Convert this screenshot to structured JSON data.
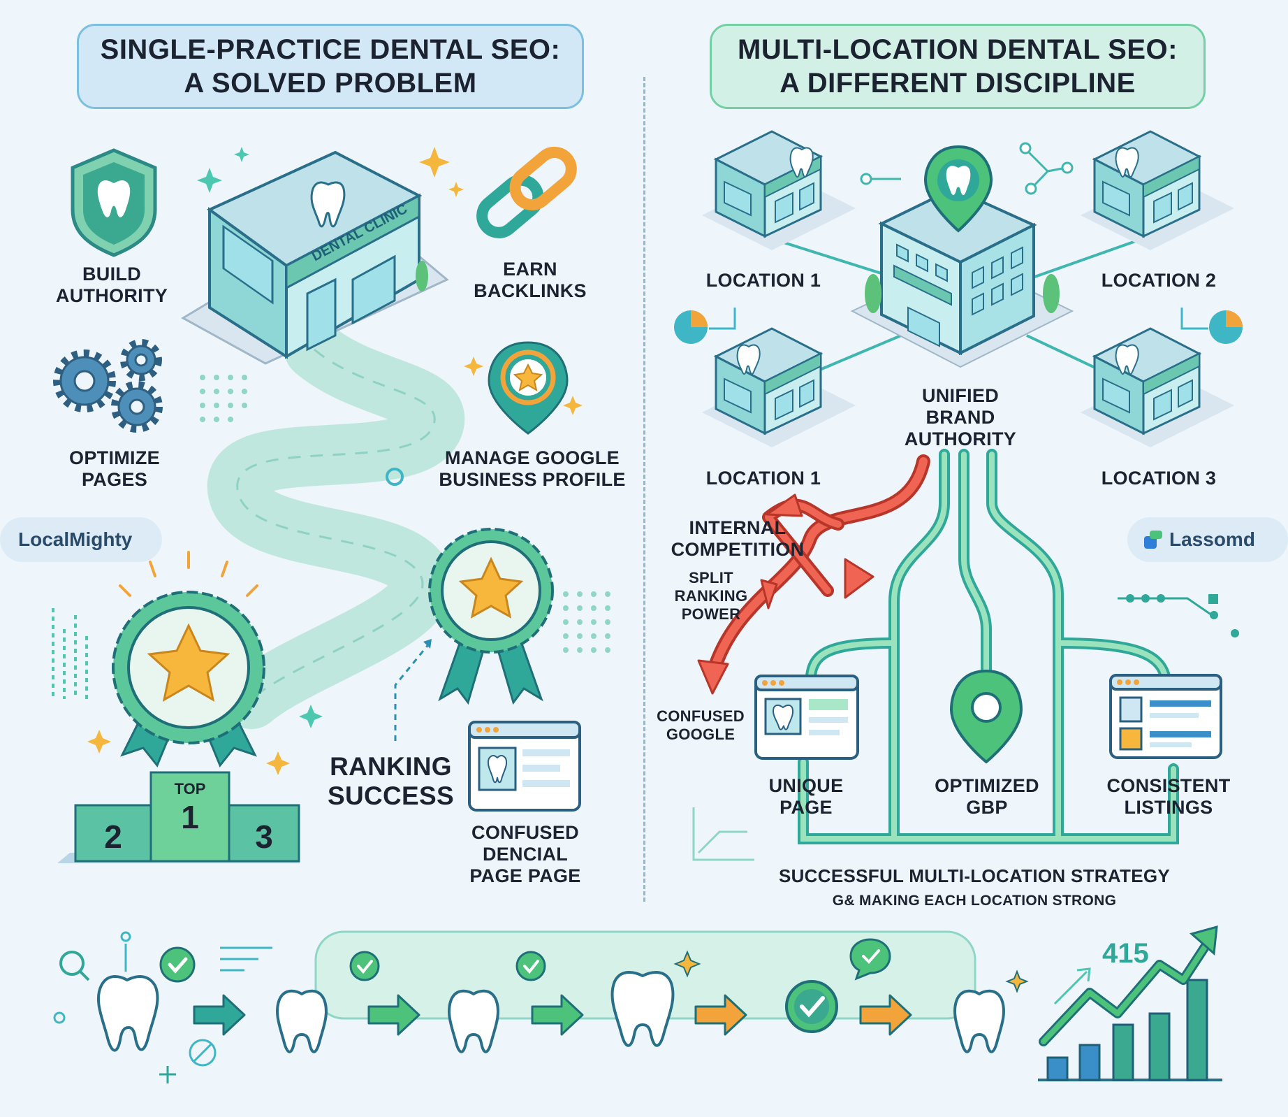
{
  "left": {
    "title_line1": "SINGLE-PRACTICE DENTAL SEO:",
    "title_line2": "A SOLVED PROBLEM",
    "build_authority": "BUILD AUTHORITY",
    "earn_backlinks": "EARN BACKLINKS",
    "optimize_pages": "OPTIMIZE PAGES",
    "manage_gbp": "MANAGE GOOGLE BUSINESS PROFILE",
    "clinic_sign": "DENTAL CLINIC",
    "ranking_success": "RANKING SUCCESS",
    "confused_page": "CONFUSED DENCIAL PAGE PAGE",
    "podium_top": "TOP",
    "podium_1": "1",
    "podium_2": "2",
    "podium_3": "3",
    "brand": "LocalMighty"
  },
  "right": {
    "title_line1": "MULTI-LOCATION DENTAL SEO:",
    "title_line2": "A DIFFERENT DISCIPLINE",
    "location_tl": "LOCATION 1",
    "location_tr": "LOCATION 2",
    "location_bl": "LOCATION 1",
    "location_br": "LOCATION 3",
    "unified": "UNIFIED BRAND AUTHORITY",
    "internal_competition": "INTERNAL COMPETITION",
    "split_ranking": "SPLIT RANKING POWER",
    "confused_google": "CONFUSED GOOGLE",
    "unique_page": "UNIQUE PAGE",
    "optimized_gbp": "OPTIMIZED GBP",
    "consistent_listings": "CONSISTENT LISTINGS",
    "strategy_line1": "SUCCESSFUL MULTI-LOCATION STRATEGY",
    "strategy_line2": "G& MAKING EACH LOCATION STRONG",
    "brand": "Lassomd"
  },
  "bottom": {
    "growth_number": "415"
  },
  "colors": {
    "teal": "#2fa89a",
    "green": "#4cc27a",
    "blue": "#3a8fc9",
    "orange": "#f2a33a",
    "red": "#ea5a4a",
    "gold": "#f6b73c"
  }
}
